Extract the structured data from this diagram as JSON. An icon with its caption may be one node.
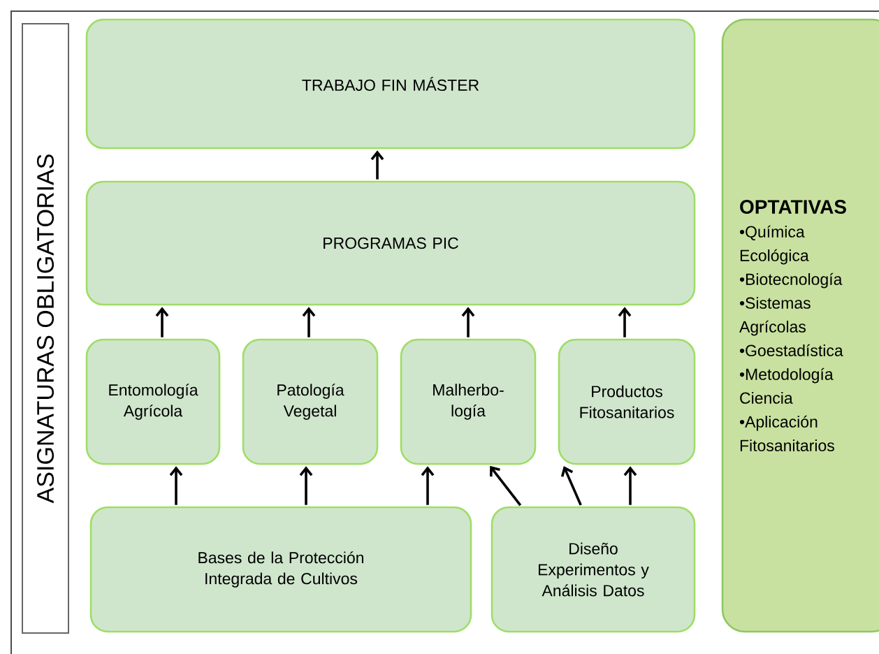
{
  "diagram": {
    "nodes": [
      {
        "text": [
          "TRABAJO FIN MÁSTER"
        ]
      },
      {
        "text": [
          "PROGRAMAS PIC"
        ]
      },
      {
        "text": [
          "Entomología Agrícola"
        ]
      },
      {
        "text": [
          "Patología Vegetal"
        ]
      },
      {
        "text": [
          "Malherbo- logía"
        ]
      },
      {
        "text": [
          "Productos Fitosanitarios"
        ]
      },
      {
        "text": [
          "Bases de la Protección Integrada de Cultivos"
        ]
      },
      {
        "text": [
          "Diseño Experimentos y Análisis Datos"
        ]
      },
      {
        "text": [
          "ASIGNATURAS OBLIGATORIAS"
        ]
      },
      {
        "text": [
          "OPTATIVAS",
          "•Química Ecológica",
          "•Biotecnología",
          "•Sistemas Agrícolas",
          "•Goestadística",
          "•Metodología Ciencia",
          "•Aplicación Fitosanitarios"
        ]
      }
    ],
    "edges": [
      {
        "from": 1,
        "to": 0,
        "arrow": "to"
      },
      {
        "from": 2,
        "to": 1,
        "arrow": "to"
      },
      {
        "from": 3,
        "to": 1,
        "arrow": "to"
      },
      {
        "from": 4,
        "to": 1,
        "arrow": "to"
      },
      {
        "from": 5,
        "to": 1,
        "arrow": "to"
      },
      {
        "from": 6,
        "to": 2,
        "arrow": "to"
      },
      {
        "from": 6,
        "to": 3,
        "arrow": "to"
      },
      {
        "from": 6,
        "to": 4,
        "arrow": "to"
      },
      {
        "from": 7,
        "to": 4,
        "arrow": "to"
      },
      {
        "from": 7,
        "to": 5,
        "arrow": "to"
      },
      {
        "from": 7,
        "to": 5,
        "arrow": "to"
      }
    ]
  }
}
